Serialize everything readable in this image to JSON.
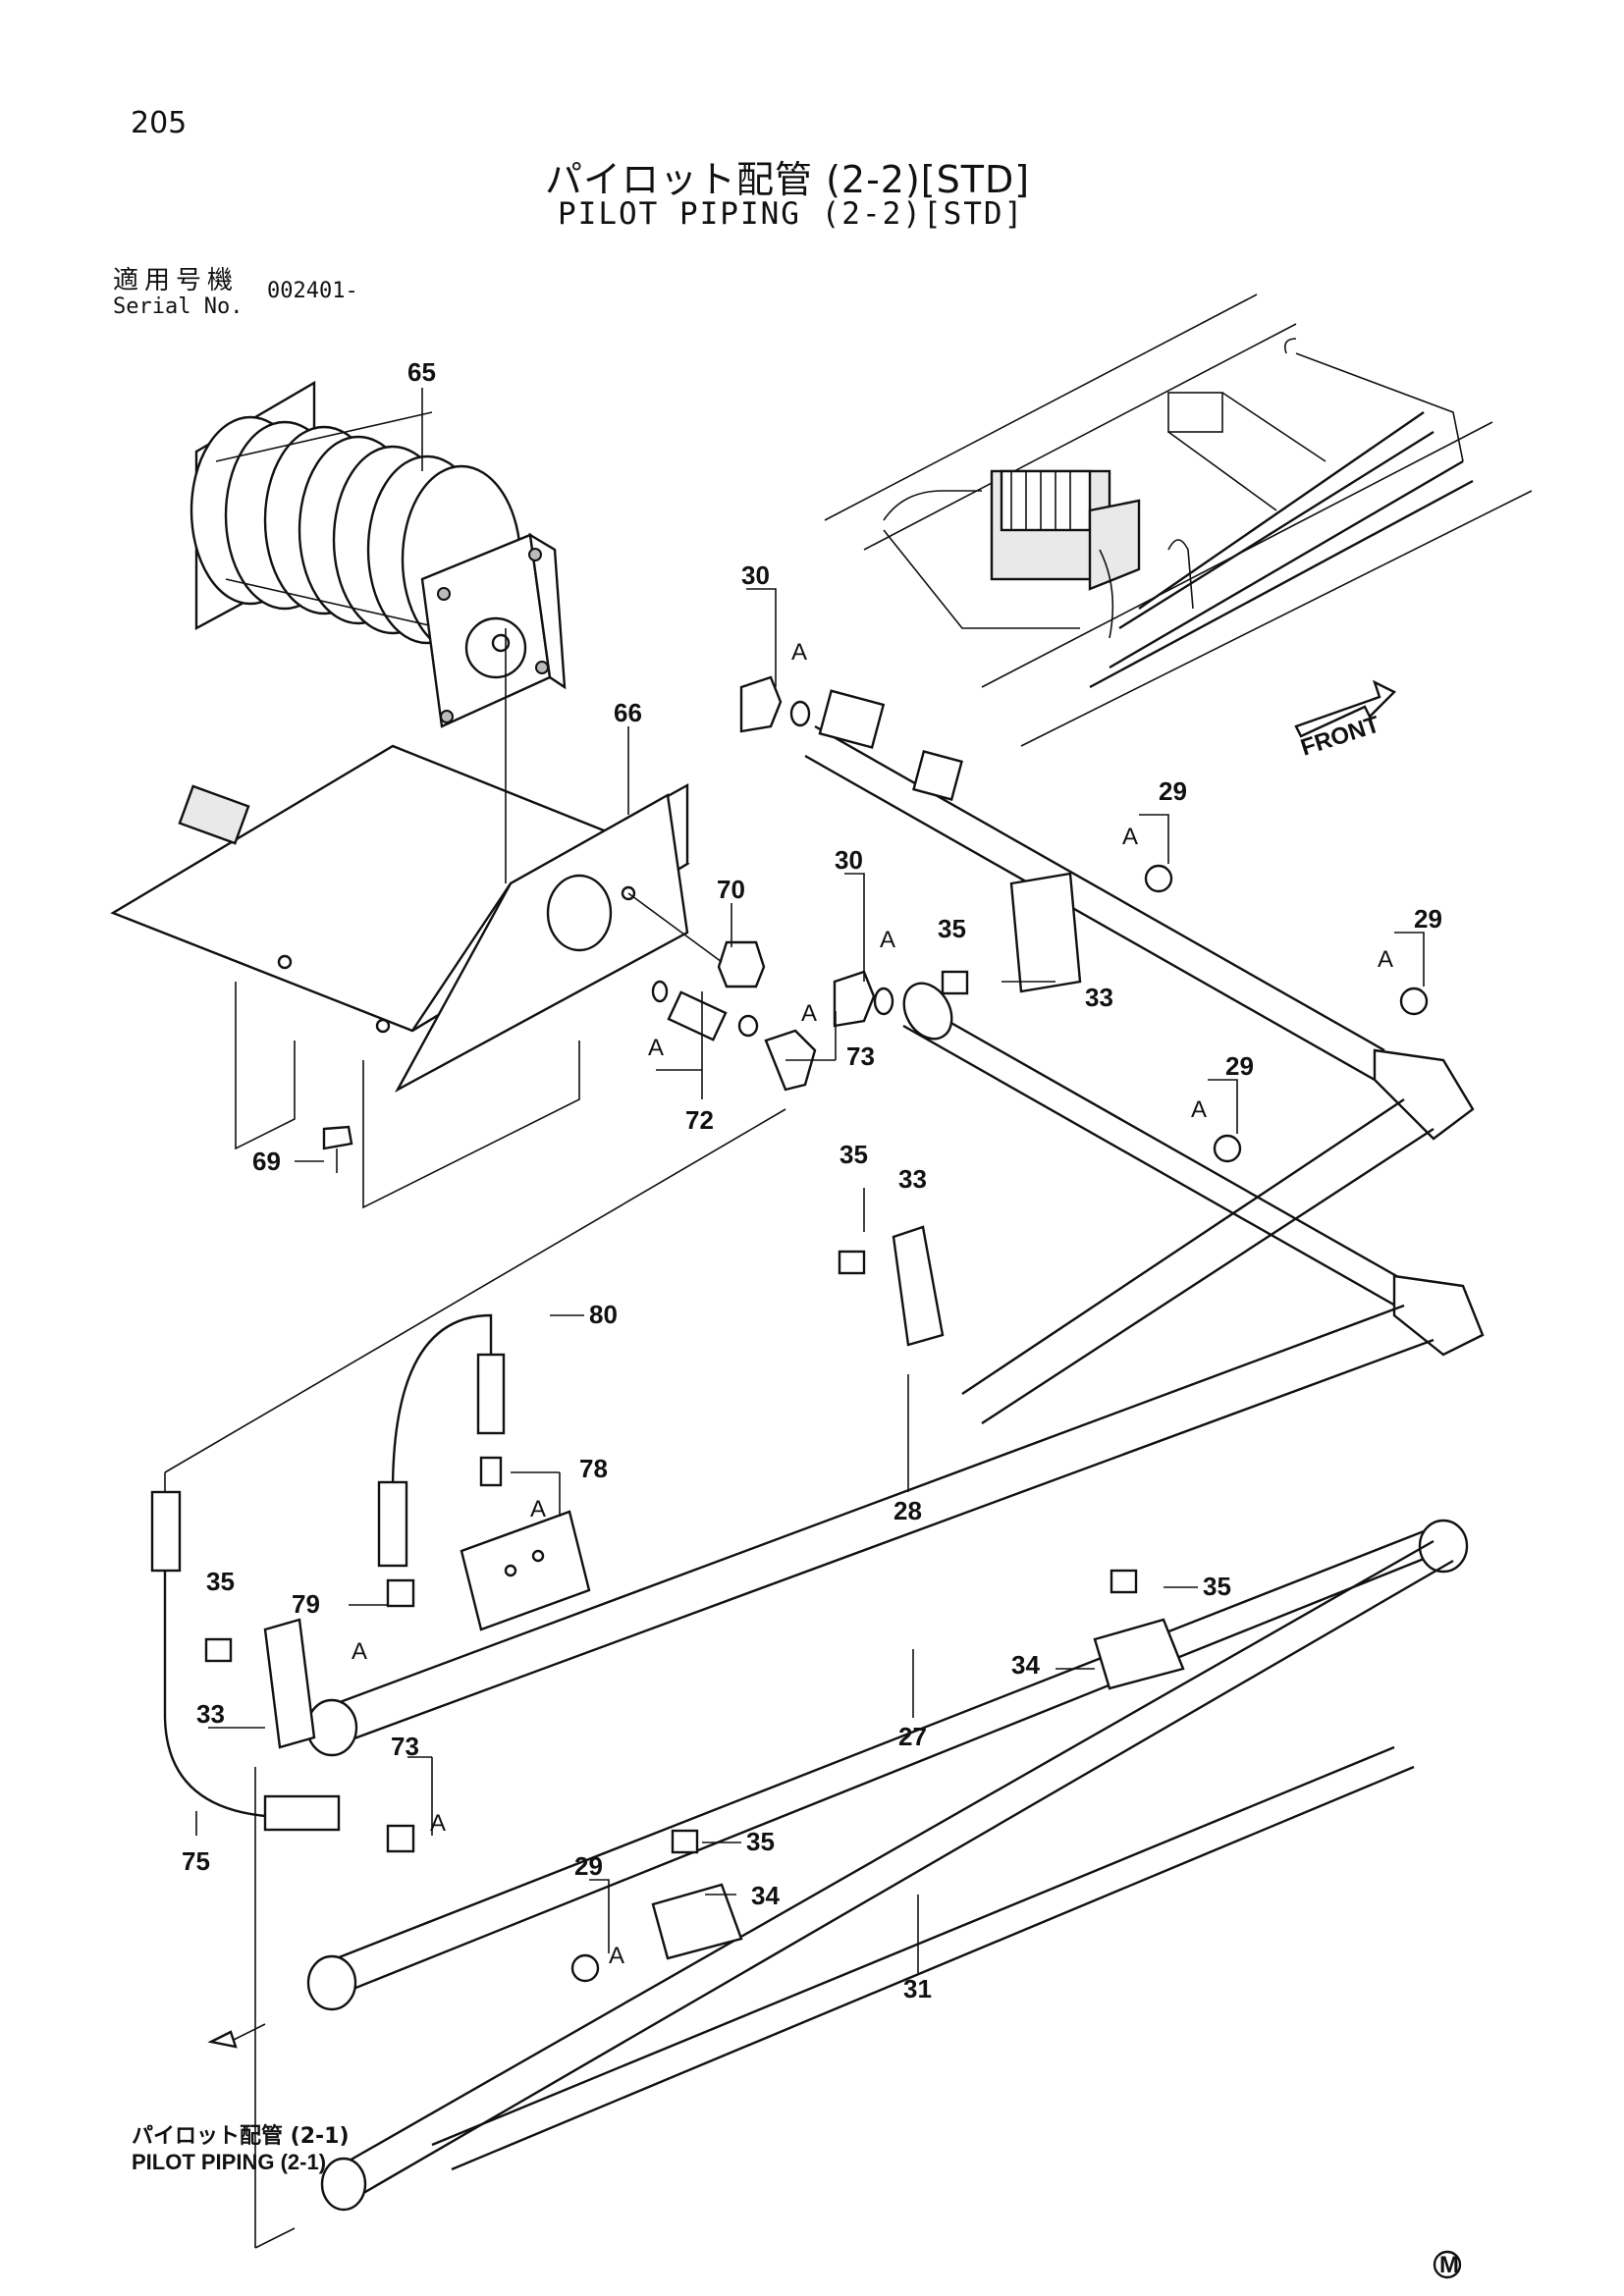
{
  "page_number": "205",
  "title_jp": "パイロット配管 (2-2)[STD]",
  "title_en": "PILOT PIPING (2-2)[STD]",
  "serial": {
    "label_jp": "適用号機",
    "label_en": "Serial No.",
    "value": "002401-"
  },
  "reference": {
    "label_jp": "パイロット配管 (2-1)",
    "label_en": "PILOT PIPING (2-1)"
  },
  "front_label": "FRONT",
  "mark_symbol": "M",
  "callouts": {
    "c65": "65",
    "c66": "66",
    "c70": "70",
    "c72": "72",
    "c73a": "73",
    "c69": "69",
    "c30a": "30",
    "c30b": "30",
    "c29a": "29",
    "c29b": "29",
    "c29c": "29",
    "c29d": "29",
    "c35a": "35",
    "c35b": "35",
    "c35c": "35",
    "c35d": "35",
    "c35e": "35",
    "c33a": "33",
    "c33b": "33",
    "c33c": "33",
    "c80": "80",
    "c78": "78",
    "c79": "79",
    "c28": "28",
    "c27": "27",
    "c34a": "34",
    "c34b": "34",
    "c73b": "73",
    "c75": "75",
    "c31": "31"
  },
  "a_mark": "A",
  "colors": {
    "ink": "#111111",
    "paper": "#ffffff"
  }
}
